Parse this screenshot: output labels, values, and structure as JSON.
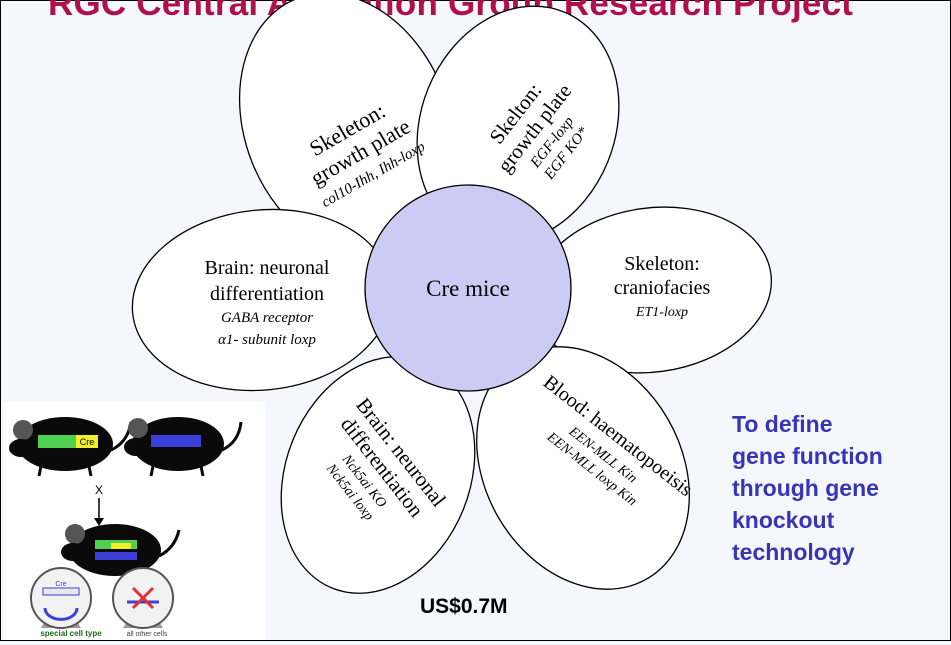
{
  "slide": {
    "title": "RGC Central Allocation Group Research Project",
    "subtitle_lines": [
      "To define",
      "gene function",
      "through gene",
      "knockout",
      "technology"
    ],
    "budget": "US$0.7M"
  },
  "diagram": {
    "center": {
      "label": "Cre mice",
      "color": "#cbcbf3"
    },
    "petals": [
      {
        "id": "skeleton-growth-plate-ihh",
        "heading": [
          "Skeleton:",
          "growth plate"
        ],
        "italic": [
          "col10-Ihh, Ihh-loxp"
        ]
      },
      {
        "id": "skelton-growth-plate-egf",
        "heading": [
          "Skelton:",
          "growth plate"
        ],
        "italic": [
          "EGF-loxp",
          "EGF KO*"
        ]
      },
      {
        "id": "skeleton-craniofacies",
        "heading": [
          "Skeleton:",
          "craniofacies"
        ],
        "italic": [
          "ET1-loxp"
        ]
      },
      {
        "id": "blood-haematopoeisis",
        "heading": [
          "Blood: haematopoeisis"
        ],
        "italic": [
          "EEN-MLL Kin",
          "EEN-MLL loxp Kin"
        ]
      },
      {
        "id": "brain-neuronal-nck5ai",
        "heading": [
          "Brain: neuronal",
          "differentiation"
        ],
        "italic": [
          "Nck5ai KO",
          "Nck5ai loxp"
        ]
      },
      {
        "id": "brain-neuronal-gaba",
        "heading": [
          "Brain: neuronal",
          "differentiation"
        ],
        "italic": [
          "GABA receptor",
          "α1- subunit loxp"
        ]
      }
    ]
  },
  "mouse_figure": {
    "labels": [
      "Cre",
      "special cell type",
      "all other cells",
      "X"
    ]
  }
}
